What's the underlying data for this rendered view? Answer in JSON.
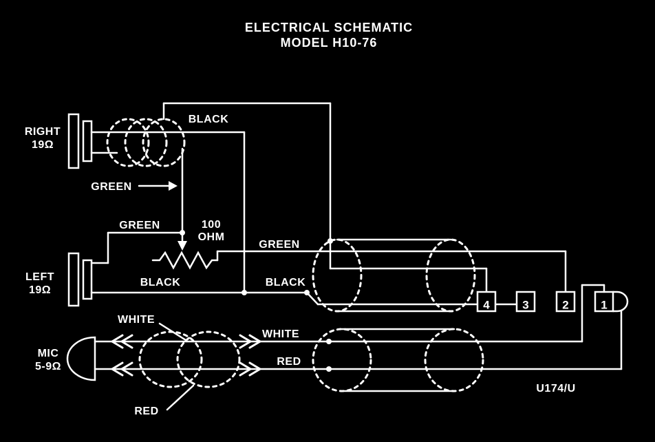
{
  "title": {
    "line1": "ELECTRICAL SCHEMATIC",
    "line2": "MODEL H10-76"
  },
  "components": {
    "right_speaker": {
      "name": "RIGHT",
      "impedance": "19Ω"
    },
    "left_speaker": {
      "name": "LEFT",
      "impedance": "19Ω"
    },
    "mic": {
      "name": "MIC",
      "impedance": "5-9Ω"
    },
    "resistor": {
      "line1": "100",
      "line2": "OHM"
    },
    "connector": {
      "label": "U174/U",
      "pins": [
        "4",
        "3",
        "2",
        "1"
      ]
    }
  },
  "wire_labels": {
    "black_top": "BLACK",
    "green_callout": "GREEN",
    "green_left": "GREEN",
    "green_mid": "GREEN",
    "black_left": "BLACK",
    "black_mid": "BLACK",
    "white_callout": "WHITE",
    "white_mid": "WHITE",
    "red_mid": "RED",
    "red_callout": "RED"
  },
  "colors": {
    "background": "#000000",
    "line": "#ffffff"
  }
}
